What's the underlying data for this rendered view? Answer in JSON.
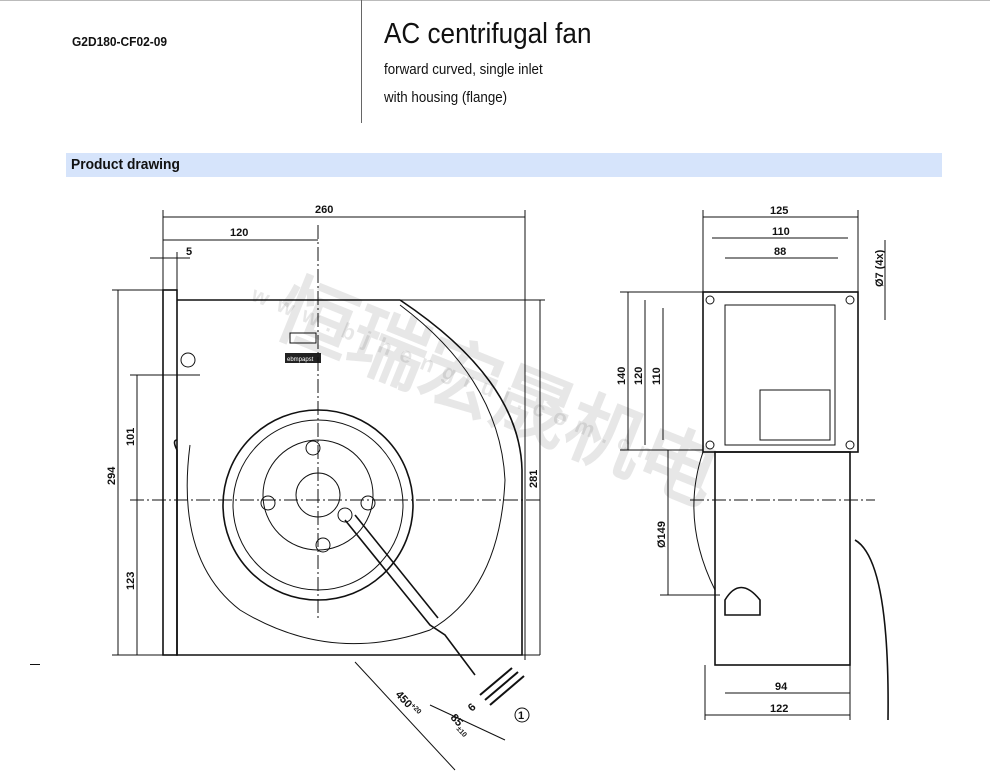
{
  "header": {
    "model": "G2D180-CF02-09",
    "title": "AC centrifugal fan",
    "subtitle_1": "forward curved, single inlet",
    "subtitle_2": "with housing (flange)"
  },
  "section": {
    "title": "Product drawing"
  },
  "front_view": {
    "dims": {
      "width_total": "260",
      "width_center": "120",
      "flange": "5",
      "height_total": "294",
      "upper": "101",
      "lower": "123",
      "height_right": "281",
      "cable_length": "450",
      "cable_length_tol": "+20",
      "strip": "85",
      "strip_tol": "±10",
      "wire_strip": "6"
    },
    "callout": "1",
    "label": "ebmpapst"
  },
  "side_view": {
    "dims": {
      "d125": "125",
      "d110": "110",
      "d88": "88",
      "h140": "140",
      "h120": "120",
      "h110": "110",
      "dia149": "Ø149",
      "hole": "Ø7 (4x)",
      "d94": "94",
      "d122": "122"
    }
  },
  "watermark": {
    "text": "恒瑞宏晟机电",
    "url": "www.bjhengrui.com.cn"
  }
}
